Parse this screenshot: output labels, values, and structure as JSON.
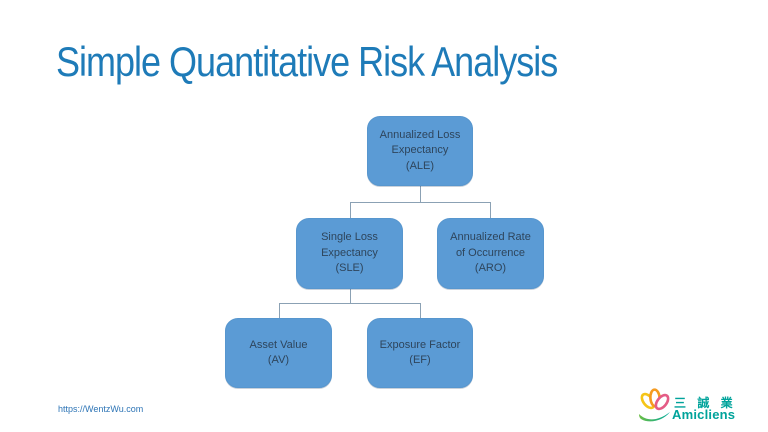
{
  "slide": {
    "title": "Simple Quantitative Risk Analysis",
    "footer_url": "https://WentzWu.com"
  },
  "diagram": {
    "type": "hierarchy",
    "nodes": [
      {
        "id": "ale",
        "abbr": "ALE",
        "label": "Annualized Loss\nExpectancy\n(ALE)",
        "parent": null
      },
      {
        "id": "sle",
        "abbr": "SLE",
        "label": "Single Loss\nExpectancy\n(SLE)",
        "parent": "ale"
      },
      {
        "id": "aro",
        "abbr": "ARO",
        "label": "Annualized Rate\nof Occurrence\n(ARO)",
        "parent": "ale"
      },
      {
        "id": "av",
        "abbr": "AV",
        "label": "Asset Value\n(AV)",
        "parent": "sle"
      },
      {
        "id": "ef",
        "abbr": "EF",
        "label": "Exposure Factor\n(EF)",
        "parent": "sle"
      }
    ]
  },
  "logo": {
    "cjk_name": "三 誠 業",
    "latin_name": "Amicliens"
  },
  "colors": {
    "title_text": "#1E7BB8",
    "node_fill": "#5B9BD5",
    "node_text": "#2E455C",
    "connector": "#8BA1B4",
    "footer_link": "#2E75B6",
    "logo_teal": "#00A39B",
    "petal_yellow": "#F5C518",
    "petal_orange": "#F59B20",
    "petal_pink": "#E45C86",
    "leaf_green_start": "#6CBE45",
    "leaf_green_end": "#00A99D"
  }
}
